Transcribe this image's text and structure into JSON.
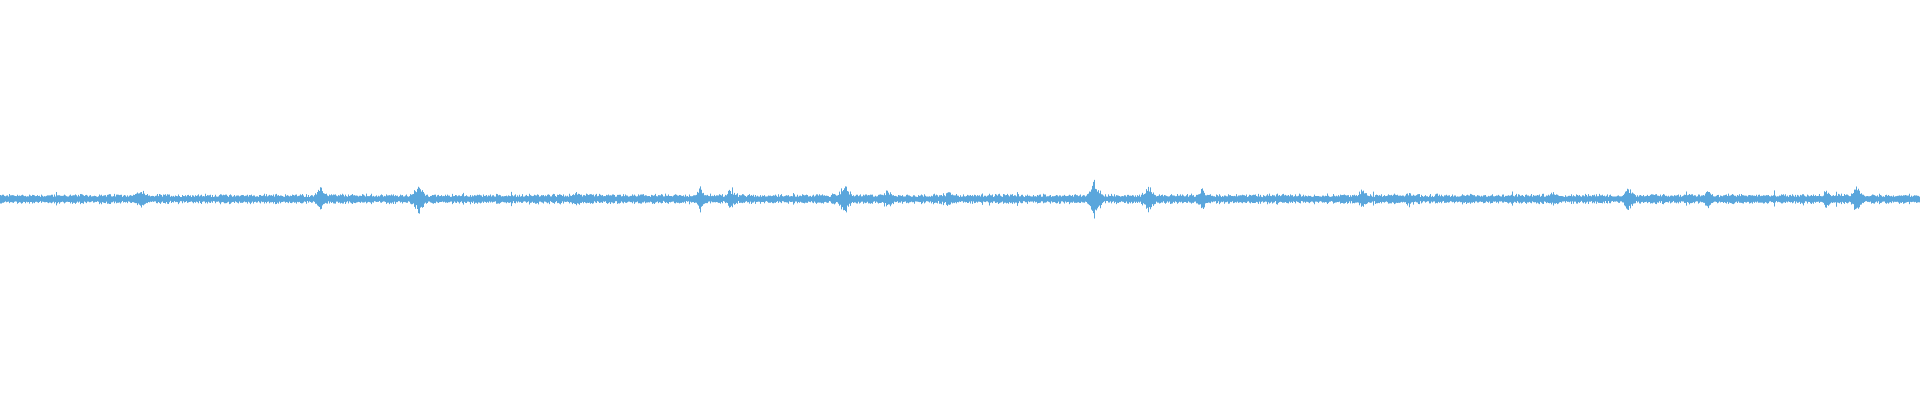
{
  "waveform": {
    "color": "#5aa6dc",
    "background": "#ffffff",
    "baseline_amplitude": 0.012,
    "spikes": [
      {
        "position": 0.073,
        "amplitude": 0.03
      },
      {
        "position": 0.167,
        "amplitude": 0.035
      },
      {
        "position": 0.218,
        "amplitude": 0.045
      },
      {
        "position": 0.3,
        "amplitude": 0.02
      },
      {
        "position": 0.364,
        "amplitude": 0.035
      },
      {
        "position": 0.381,
        "amplitude": 0.035
      },
      {
        "position": 0.44,
        "amplitude": 0.045
      },
      {
        "position": 0.462,
        "amplitude": 0.03
      },
      {
        "position": 0.494,
        "amplitude": 0.025
      },
      {
        "position": 0.57,
        "amplitude": 0.055
      },
      {
        "position": 0.598,
        "amplitude": 0.045
      },
      {
        "position": 0.626,
        "amplitude": 0.03
      },
      {
        "position": 0.709,
        "amplitude": 0.03
      },
      {
        "position": 0.734,
        "amplitude": 0.025
      },
      {
        "position": 0.809,
        "amplitude": 0.025
      },
      {
        "position": 0.848,
        "amplitude": 0.04
      },
      {
        "position": 0.889,
        "amplitude": 0.03
      },
      {
        "position": 0.951,
        "amplitude": 0.025
      },
      {
        "position": 0.967,
        "amplitude": 0.04
      }
    ]
  }
}
